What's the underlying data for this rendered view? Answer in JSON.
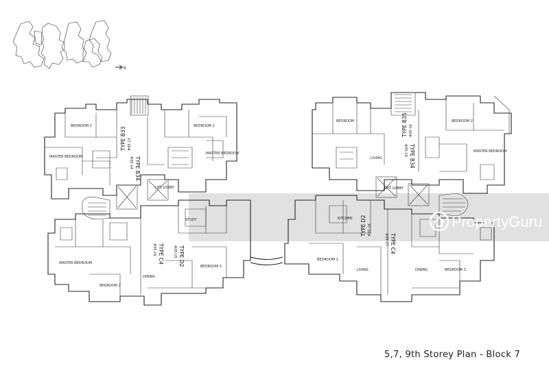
{
  "caption": "5,7, 9th Storey Plan - Block 7",
  "watermark": {
    "text": "PropertyGuru"
  },
  "north_indicator": {
    "icon": "north-arrow-icon",
    "label": "N"
  },
  "key_plan": {
    "icon": "site-key-plan-icon"
  },
  "units": [
    {
      "id": "b33",
      "type": "TYPE B33",
      "unit_no": "#05-13"
    },
    {
      "id": "b34",
      "type": "TYPE B34",
      "unit_no": "#05-14"
    },
    {
      "id": "c4-left",
      "type": "TYPE C4",
      "unit_no": "#05-16"
    },
    {
      "id": "d2-left",
      "type": "TYPE D2",
      "unit_no": "#05-15"
    },
    {
      "id": "b35",
      "type": "TYPE B35",
      "unit_no": "#05-16"
    },
    {
      "id": "b34-right",
      "type": "TYPE B34",
      "unit_no": "#05-19"
    },
    {
      "id": "d2-right",
      "type": "TYPE D2",
      "unit_no": "#05-18"
    },
    {
      "id": "c4-right",
      "type": "TYPE C4",
      "unit_no": "#05-17"
    }
  ],
  "room_labels": {
    "bedroom": "BEDROOM",
    "bedroom_2": "BEDROOM 2",
    "bedroom_3": "BEDROOM 3",
    "master_bedroom": "MASTER BEDROOM",
    "living": "LIVING",
    "dining": "DINING",
    "kitchen": "KITCHEN",
    "study": "STUDY",
    "lift_lobby": "LIFT LOBBY"
  },
  "colors": {
    "line": "#222222",
    "watermark": "#ffffff",
    "watermark_band": "#c8c8c8"
  }
}
